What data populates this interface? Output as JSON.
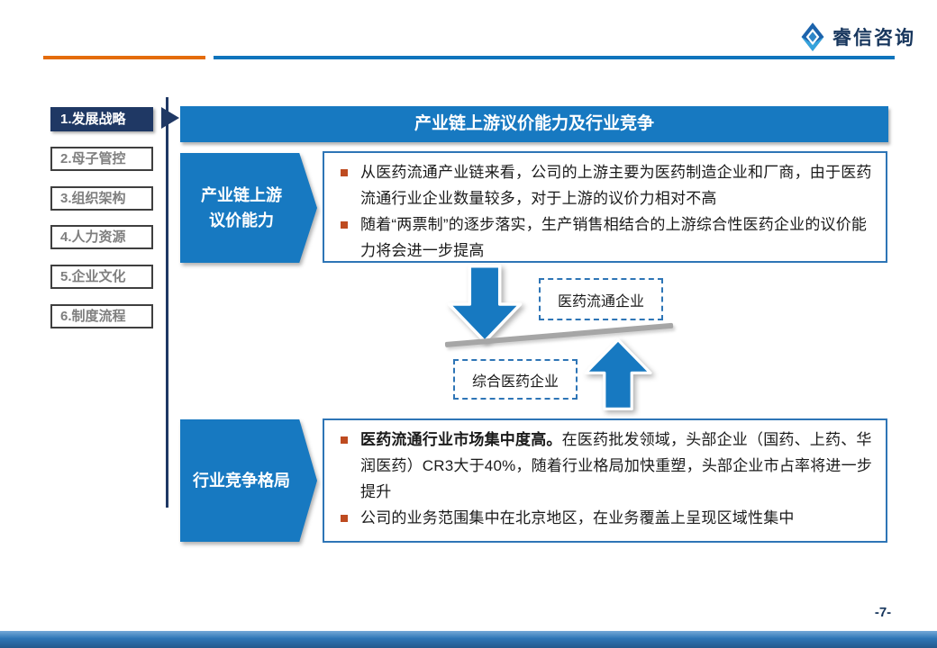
{
  "logo": {
    "text": "睿信咨询"
  },
  "page_number": "-7-",
  "sidebar": {
    "items": [
      {
        "label": "1.发展战略",
        "active": true
      },
      {
        "label": "2.母子管控",
        "active": false
      },
      {
        "label": "3.组织架构",
        "active": false
      },
      {
        "label": "4.人力资源",
        "active": false
      },
      {
        "label": "5.企业文化",
        "active": false
      },
      {
        "label": "6.制度流程",
        "active": false
      }
    ]
  },
  "header": {
    "title": "产业链上游议价能力及行业竞争"
  },
  "sections": [
    {
      "label_lines": [
        "产业链上游",
        "议价能力"
      ],
      "bullets": [
        {
          "text": "从医药流通产业链来看，公司的上游主要为医药制造企业和厂商，由于医药流通行业企业数量较多，对于上游的议价力相对不高"
        },
        {
          "text": "随着“两票制”的逐步落实，生产销售相结合的上游综合性医药企业的议价能力将会进一步提高"
        }
      ]
    },
    {
      "label_lines": [
        "行业竞争格局"
      ],
      "bullets": [
        {
          "bold": "医药流通行业市场集中度高。",
          "text": "在医药批发领域，头部企业（国药、上药、华润医药）CR3大于40%，随着行业格局加快重塑，头部企业市占率将进一步提升"
        },
        {
          "text": "公司的业务范围集中在北京地区，在业务覆盖上呈现区域性集中"
        }
      ]
    }
  ],
  "diagram": {
    "top_box": "医药流通企业",
    "bottom_box": "综合医药企业"
  },
  "colors": {
    "banner_blue": "#1779C1",
    "navy": "#1F3864",
    "accent_orange": "#E46C0A",
    "border_blue": "#2E75B6",
    "bullet_red": "#BE4B20",
    "seesaw_gray": "#A6A6A6",
    "logo_navy": "#17365D"
  }
}
